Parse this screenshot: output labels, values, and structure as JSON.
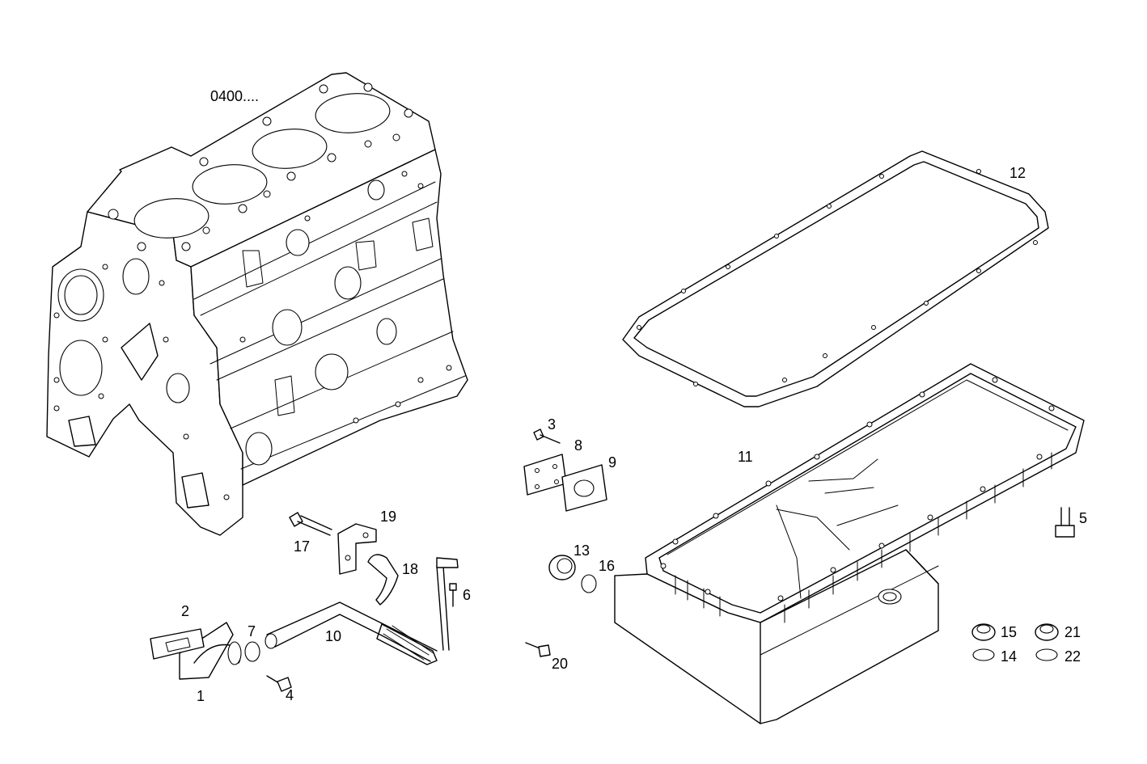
{
  "assembly_ref": "0400....",
  "callouts": {
    "c1": "1",
    "c2": "2",
    "c3": "3",
    "c4": "4",
    "c5": "5",
    "c6": "6",
    "c7": "7",
    "c8": "8",
    "c9": "9",
    "c10": "10",
    "c11": "11",
    "c12": "12",
    "c13": "13",
    "c14": "14",
    "c15": "15",
    "c16": "16",
    "c17": "17",
    "c18": "18",
    "c19": "19",
    "c20": "20",
    "c21": "21",
    "c22": "22"
  }
}
